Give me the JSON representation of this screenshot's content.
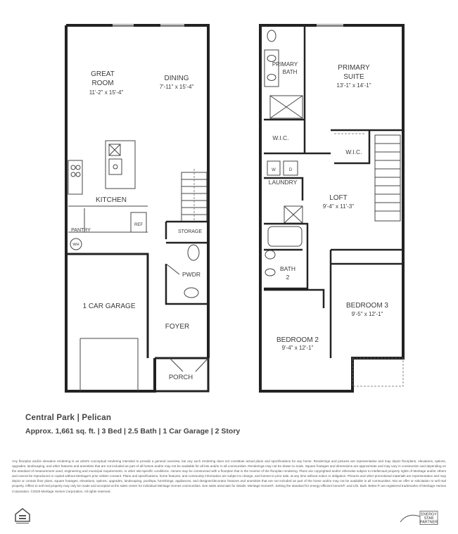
{
  "plan": {
    "community": "Central Park",
    "separator": "|",
    "model": "Pelican",
    "specs": "Approx. 1,661 sq. ft. | 3 Bed | 2.5 Bath | 1 Car Garage | 2 Story"
  },
  "first_floor": {
    "great_room": {
      "line1": "GREAT",
      "line2": "ROOM",
      "dims": "11'-2\" x 15'-4\""
    },
    "dining": {
      "name": "DINING",
      "dims": "7'-11\" x 15'-4\""
    },
    "kitchen": "KITCHEN",
    "pantry": "PANTRY",
    "ref": "REF",
    "water_heater": "WH",
    "storage": "STORAGE",
    "powder": "PWDR",
    "garage": "1 CAR GARAGE",
    "foyer": "FOYER",
    "porch": "PORCH"
  },
  "second_floor": {
    "primary_bath": {
      "line1": "PRIMARY",
      "line2": "BATH"
    },
    "primary_suite": {
      "line1": "PRIMARY",
      "line2": "SUITE",
      "dims": "13'-1\" x 14'-1\""
    },
    "wic_left": "W.I.C.",
    "wic_right": "W.I.C.",
    "washer": "W",
    "dryer": "D",
    "laundry": "LAUNDRY",
    "loft": {
      "name": "LOFT",
      "dims": "9'-4\" x 11'-3\""
    },
    "bath2": {
      "line1": "BATH",
      "line2": "2"
    },
    "bedroom3": {
      "name": "BEDROOM 3",
      "dims": "9'-5\" x 12'-1\""
    },
    "bedroom2": {
      "name": "BEDROOM 2",
      "dims": "9'-4\" x 12'-1\""
    }
  },
  "disclaimer": "Any floorplan and/or elevation rendering is an artist's conceptual rendering intended to provide a general overview, but any such rendering does not constitute actual plans and specifications for any home. Renderings and pictures are representative and may depict floorplans, elevations, options, upgrades, landscaping, and other features and amenities that are not included as part of all homes and/or may not be available for all lots and/or in all communities. Renderings may not be drawn to scale. Square footages and dimensions are approximate and may vary in construction and depending on the standard of measurement used, engineering and municipal requirements, or other site-specific conditions. Homes may be constructed with a floorplan that is the reverse of the floorplan rendering. Plans are copyrighted and/or otherwise subject to intellectual property rights of Meritage and/or others and cannot be reproduced or copied without Meritage's prior written consent. Plans and specifications, home features, and community information are subject to change, and homes to prior sale, at any time without notice or obligation. Pictures and other promotional materials are representative and may depict or contain floor plans, square footages, elevations, options, upgrades, landscaping, pool/spa, furnishings, appliances, and designer/decorator features and amenities that are not included as part of the home and/or may not be available in all communities. Not an offer or solicitation to sell real property. Offers to sell real property may only be made and accepted at the sales center for individual Meritage Homes communities. See sales associate for details. Meritage Homes®. Setting the standard for energy-efficient homes®. and Life. Built. Better.® are registered trademarks of Meritage Homes Corporation. ©2025 Meritage Homes Corporation. All rights reserved.",
  "badges": {
    "energy_star": {
      "line1": "ENERGY",
      "line2": "STAR",
      "line3": "PARTNER"
    }
  }
}
